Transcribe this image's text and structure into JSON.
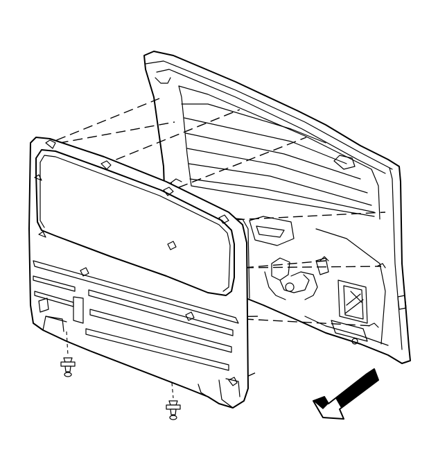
{
  "figure": {
    "type": "exploded-assembly-line-drawing",
    "parts": [
      "liftgate-inner-frame",
      "liftgate-trim-panel",
      "trim-fastener",
      "push-pin-retainer",
      "assembly-direction-arrow"
    ],
    "line_color": "#000000",
    "background": "#ffffff"
  }
}
